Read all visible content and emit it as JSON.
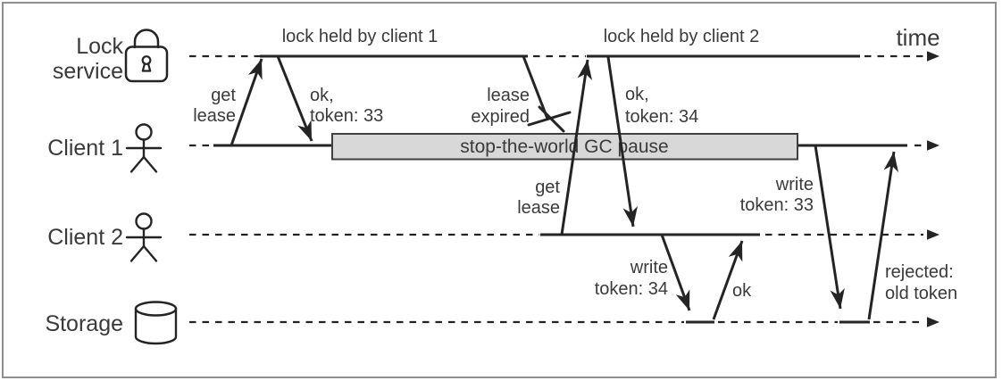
{
  "colors": {
    "line": "#242424",
    "text": "#3a3a3a",
    "gc_box_fill": "#d8d8d8",
    "gc_box_border": "#3f3f3f",
    "frame_border": "#8f8f8f",
    "background": "#ffffff"
  },
  "diagram": {
    "time_label": "time",
    "lanes": {
      "lock_service": {
        "line1": "Lock",
        "line2": "service",
        "icon": "padlock-icon"
      },
      "client1": {
        "line1": "Client 1",
        "icon": "person-icon"
      },
      "client2": {
        "line1": "Client 2",
        "icon": "person-icon"
      },
      "storage": {
        "line1": "Storage",
        "icon": "database-icon"
      }
    },
    "spans": {
      "lock_held_1": "lock held by client 1",
      "lock_held_2": "lock held by client 2",
      "gc_pause": "stop-the-world GC pause"
    },
    "messages": {
      "get_lease_1": {
        "line1": "get",
        "line2": "lease"
      },
      "ok_token_33": {
        "line1": "ok,",
        "line2": "token: 33"
      },
      "lease_expired": {
        "line1": "lease",
        "line2": "expired"
      },
      "get_lease_2": {
        "line1": "get",
        "line2": "lease"
      },
      "ok_token_34": {
        "line1": "ok,",
        "line2": "token: 34"
      },
      "write_token_34": {
        "line1": "write",
        "line2": "token: 34"
      },
      "ok_write_34": {
        "line1": "ok"
      },
      "write_token_33": {
        "line1": "write",
        "line2": "token: 33"
      },
      "rejected_old_token": {
        "line1": "rejected:",
        "line2": "old token"
      }
    }
  }
}
